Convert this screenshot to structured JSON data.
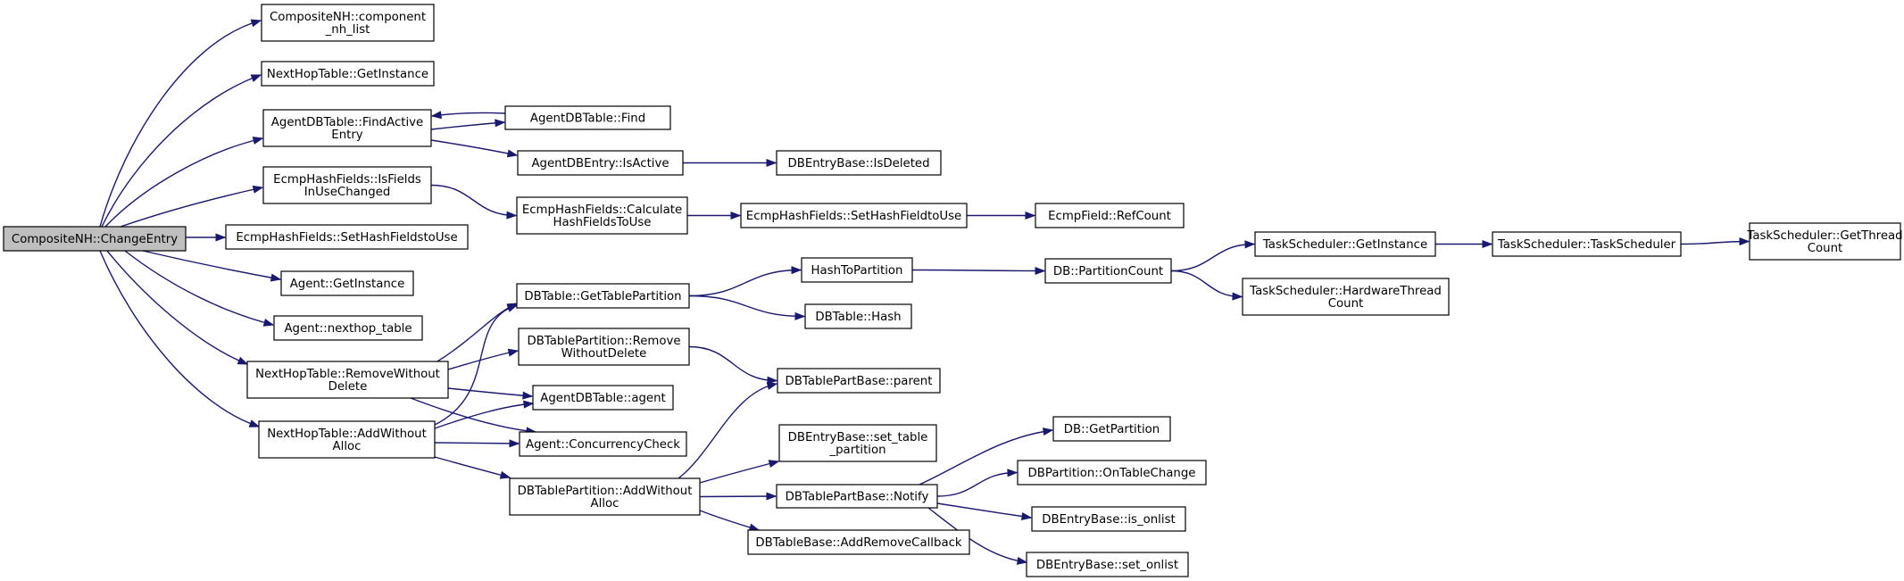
{
  "colors": {
    "edge": "#191970",
    "root_fill": "#bfbfbf",
    "node_fill": "#ffffff",
    "node_border": "#000000"
  },
  "graph": {
    "nodes": [
      {
        "id": "changeentry",
        "lines": [
          "CompositeNH::ChangeEntry"
        ],
        "root": true
      },
      {
        "id": "component_nh_list",
        "lines": [
          "CompositeNH::component",
          "_nh_list"
        ]
      },
      {
        "id": "nht_getinstance",
        "lines": [
          "NextHopTable::GetInstance"
        ]
      },
      {
        "id": "findactiveentry",
        "lines": [
          "AgentDBTable::FindActive",
          "Entry"
        ]
      },
      {
        "id": "agentdbtable_find",
        "lines": [
          "AgentDBTable::Find"
        ]
      },
      {
        "id": "isactive",
        "lines": [
          "AgentDBEntry::IsActive"
        ]
      },
      {
        "id": "isdeleted",
        "lines": [
          "DBEntryBase::IsDeleted"
        ]
      },
      {
        "id": "isfieldsinusechanged",
        "lines": [
          "EcmpHashFields::IsFields",
          "InUseChanged"
        ]
      },
      {
        "id": "calculatehashfields",
        "lines": [
          "EcmpHashFields::Calculate",
          "HashFieldsToUse"
        ]
      },
      {
        "id": "sethashfieldtouse",
        "lines": [
          "EcmpHashFields::SetHashFieldtoUse"
        ]
      },
      {
        "id": "refcount",
        "lines": [
          "EcmpField::RefCount"
        ]
      },
      {
        "id": "sethashfieldstouse",
        "lines": [
          "EcmpHashFields::SetHashFieldstoUse"
        ]
      },
      {
        "id": "agent_getinstance",
        "lines": [
          "Agent::GetInstance"
        ]
      },
      {
        "id": "nexthop_table",
        "lines": [
          "Agent::nexthop_table"
        ]
      },
      {
        "id": "removewithoutdelete",
        "lines": [
          "NextHopTable::RemoveWithout",
          "Delete"
        ]
      },
      {
        "id": "addwithoutalloc",
        "lines": [
          "NextHopTable::AddWithout",
          "Alloc"
        ]
      },
      {
        "id": "gettablepartition",
        "lines": [
          "DBTable::GetTablePartition"
        ]
      },
      {
        "id": "hashtopartition",
        "lines": [
          "HashToPartition"
        ]
      },
      {
        "id": "partitioncount",
        "lines": [
          "DB::PartitionCount"
        ]
      },
      {
        "id": "ts_getinstance",
        "lines": [
          "TaskScheduler::GetInstance"
        ]
      },
      {
        "id": "ts_taskscheduler",
        "lines": [
          "TaskScheduler::TaskScheduler"
        ]
      },
      {
        "id": "ts_getthreadcount",
        "lines": [
          "TaskScheduler::GetThread",
          "Count"
        ]
      },
      {
        "id": "ts_hardwarethreadcount",
        "lines": [
          "TaskScheduler::HardwareThread",
          "Count"
        ]
      },
      {
        "id": "dbtable_hash",
        "lines": [
          "DBTable::Hash"
        ]
      },
      {
        "id": "dbtp_removewithoutdelete",
        "lines": [
          "DBTablePartition::Remove",
          "WithoutDelete"
        ]
      },
      {
        "id": "agentdbtable_agent",
        "lines": [
          "AgentDBTable::agent"
        ]
      },
      {
        "id": "concurrencycheck",
        "lines": [
          "Agent::ConcurrencyCheck"
        ]
      },
      {
        "id": "dbtp_addwithoutalloc",
        "lines": [
          "DBTablePartition::AddWithout",
          "Alloc"
        ]
      },
      {
        "id": "parent",
        "lines": [
          "DBTablePartBase::parent"
        ]
      },
      {
        "id": "set_table_partition",
        "lines": [
          "DBEntryBase::set_table",
          "_partition"
        ]
      },
      {
        "id": "notify",
        "lines": [
          "DBTablePartBase::Notify"
        ]
      },
      {
        "id": "addremovecallback",
        "lines": [
          "DBTableBase::AddRemoveCallback"
        ]
      },
      {
        "id": "db_getpartition",
        "lines": [
          "DB::GetPartition"
        ]
      },
      {
        "id": "ontablechange",
        "lines": [
          "DBPartition::OnTableChange"
        ]
      },
      {
        "id": "is_onlist",
        "lines": [
          "DBEntryBase::is_onlist"
        ]
      },
      {
        "id": "set_onlist",
        "lines": [
          "DBEntryBase::set_onlist"
        ]
      }
    ],
    "edges": [
      [
        "changeentry",
        "component_nh_list"
      ],
      [
        "changeentry",
        "nht_getinstance"
      ],
      [
        "changeentry",
        "findactiveentry"
      ],
      [
        "changeentry",
        "isfieldsinusechanged"
      ],
      [
        "changeentry",
        "sethashfieldstouse"
      ],
      [
        "changeentry",
        "agent_getinstance"
      ],
      [
        "changeentry",
        "nexthop_table"
      ],
      [
        "changeentry",
        "removewithoutdelete"
      ],
      [
        "changeentry",
        "addwithoutalloc"
      ],
      [
        "findactiveentry",
        "agentdbtable_find"
      ],
      [
        "agentdbtable_find",
        "findactiveentry"
      ],
      [
        "findactiveentry",
        "isactive"
      ],
      [
        "isactive",
        "isdeleted"
      ],
      [
        "isfieldsinusechanged",
        "calculatehashfields"
      ],
      [
        "calculatehashfields",
        "sethashfieldtouse"
      ],
      [
        "sethashfieldtouse",
        "refcount"
      ],
      [
        "removewithoutdelete",
        "gettablepartition"
      ],
      [
        "removewithoutdelete",
        "dbtp_removewithoutdelete"
      ],
      [
        "removewithoutdelete",
        "agentdbtable_agent"
      ],
      [
        "removewithoutdelete",
        "concurrencycheck"
      ],
      [
        "addwithoutalloc",
        "gettablepartition"
      ],
      [
        "addwithoutalloc",
        "agentdbtable_agent"
      ],
      [
        "addwithoutalloc",
        "concurrencycheck"
      ],
      [
        "addwithoutalloc",
        "dbtp_addwithoutalloc"
      ],
      [
        "gettablepartition",
        "hashtopartition"
      ],
      [
        "gettablepartition",
        "dbtable_hash"
      ],
      [
        "hashtopartition",
        "partitioncount"
      ],
      [
        "partitioncount",
        "ts_getinstance"
      ],
      [
        "partitioncount",
        "ts_hardwarethreadcount"
      ],
      [
        "ts_getinstance",
        "ts_taskscheduler"
      ],
      [
        "ts_taskscheduler",
        "ts_getthreadcount"
      ],
      [
        "dbtp_removewithoutdelete",
        "parent"
      ],
      [
        "dbtp_addwithoutalloc",
        "parent"
      ],
      [
        "dbtp_addwithoutalloc",
        "set_table_partition"
      ],
      [
        "dbtp_addwithoutalloc",
        "notify"
      ],
      [
        "dbtp_addwithoutalloc",
        "addremovecallback"
      ],
      [
        "notify",
        "db_getpartition"
      ],
      [
        "notify",
        "ontablechange"
      ],
      [
        "notify",
        "is_onlist"
      ],
      [
        "notify",
        "set_onlist"
      ]
    ]
  }
}
